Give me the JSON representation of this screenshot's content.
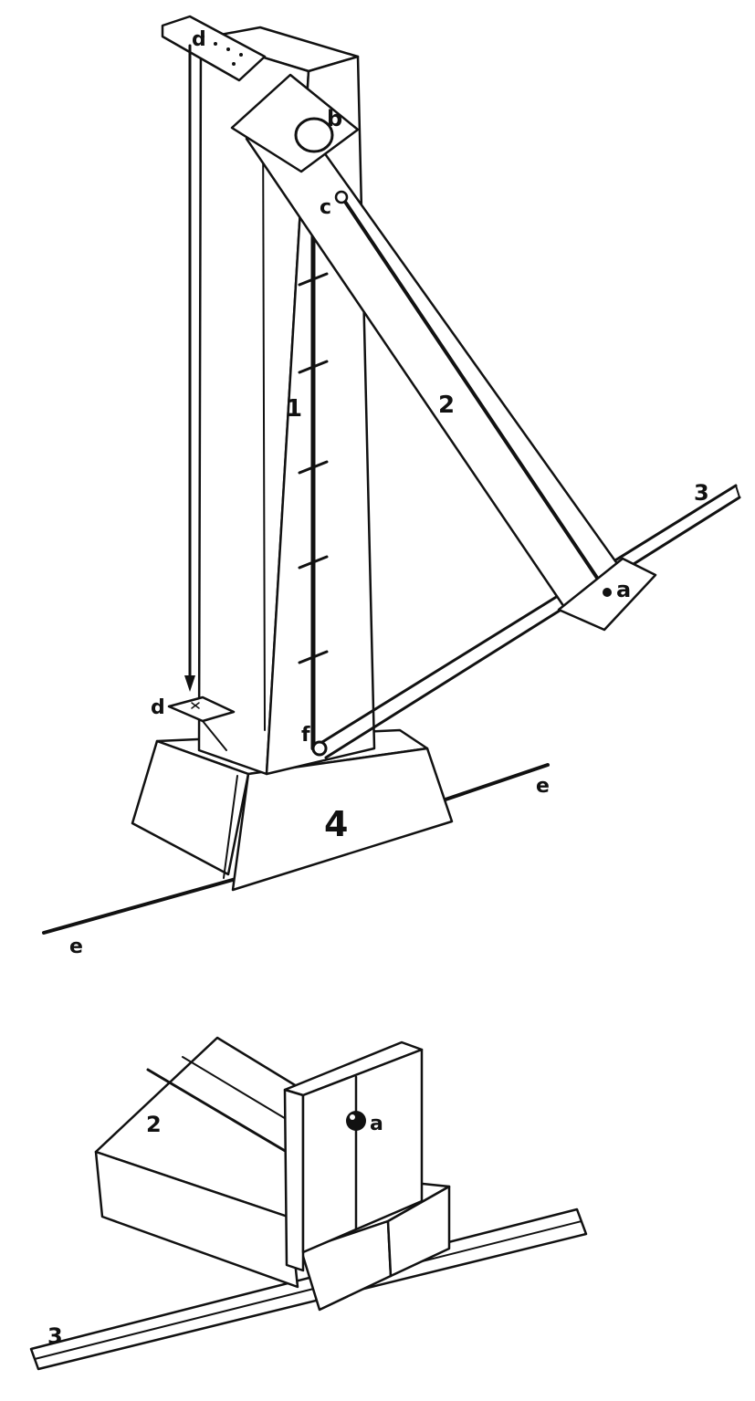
{
  "upper_drawing": {
    "labels": {
      "column": "1",
      "strut": "2",
      "rail": "3",
      "base": "4",
      "point_a": "a",
      "point_b": "b",
      "point_c": "c",
      "plate_d_top": "d",
      "plate_d_bottom": "d",
      "ground_e_right": "e",
      "ground_e_left": "e",
      "point_f": "f"
    }
  },
  "lower_drawing": {
    "labels": {
      "strut": "2",
      "point_a": "a",
      "rail": "3"
    }
  }
}
